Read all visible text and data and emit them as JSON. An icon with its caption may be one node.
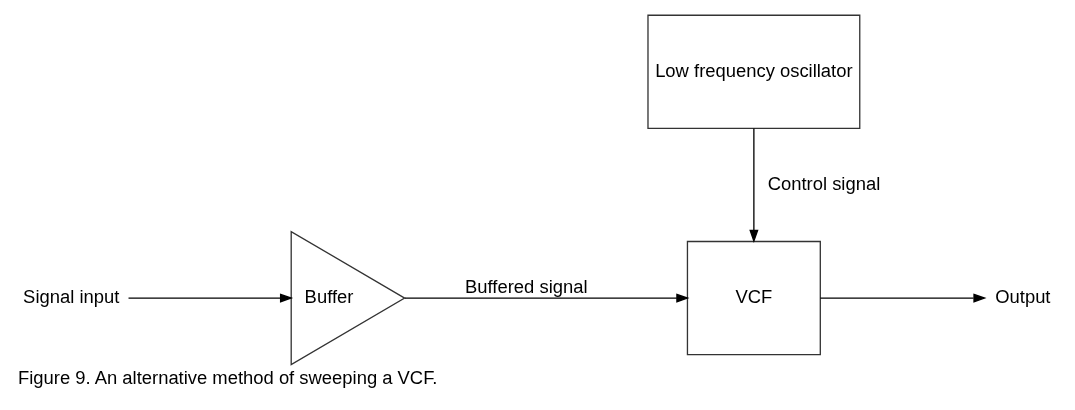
{
  "diagram": {
    "caption": "Figure 9. An alternative method of sweeping a VCF.",
    "nodes": [
      {
        "text": [
          "Signal input"
        ]
      },
      {
        "text": [
          "Buffer"
        ]
      },
      {
        "text": [
          "VCF"
        ]
      },
      {
        "text": [
          "Low frequency oscillator"
        ]
      },
      {
        "text": [
          "Output"
        ]
      }
    ],
    "edges": [
      {
        "from": 0,
        "to": 1,
        "arrow": "to"
      },
      {
        "from": 1,
        "to": 2,
        "arrow": "to",
        "label": "Buffered signal"
      },
      {
        "from": 2,
        "to": 4,
        "arrow": "to"
      },
      {
        "from": 3,
        "to": 2,
        "arrow": "to",
        "label": "Control signal"
      }
    ]
  }
}
